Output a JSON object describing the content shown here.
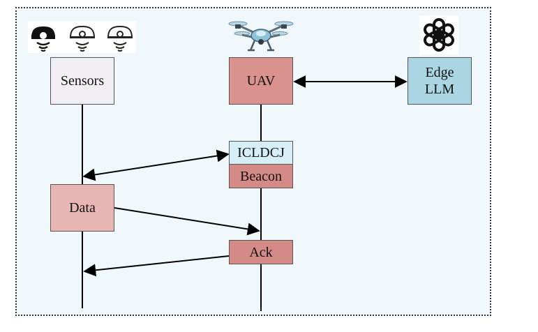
{
  "nodes": {
    "sensors": "Sensors",
    "uav": "UAV",
    "edge_llm_line1": "Edge",
    "edge_llm_line2": "LLM",
    "icldcj": "ICLDCJ",
    "beacon": "Beacon",
    "data": "Data",
    "ack": "Ack"
  },
  "icons": {
    "sensors": [
      "sensor-icon-dark",
      "sensor-icon",
      "sensor-icon"
    ],
    "uav": "drone-icon",
    "llm": "openai-logo-icon"
  },
  "colors": {
    "background": "#f0f8fb",
    "sensors_box": "#f1eef4",
    "uav_box": "#d9928e",
    "edge_box": "#a9d6e2",
    "icldcj_box": "#d6eef5",
    "beacon_box": "#d48a86",
    "data_box": "#e8b7b3",
    "ack_box": "#d48a86"
  }
}
